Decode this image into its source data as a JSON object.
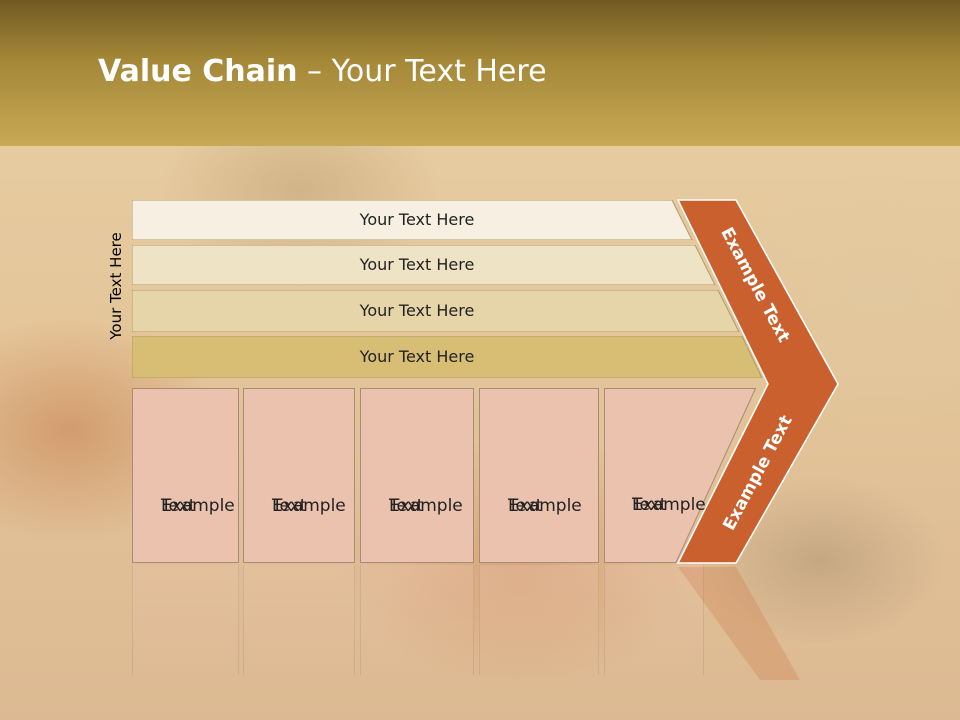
{
  "title": {
    "bold": "Value Chain",
    "rest": " – Your Text Here"
  },
  "side_label": "Your Text Here",
  "bars": [
    {
      "label": "Your Text Here",
      "fill": "#f6efe2"
    },
    {
      "label": "Your Text Here",
      "fill": "#efe3c6"
    },
    {
      "label": "Your Text Here",
      "fill": "#e6d5a8"
    },
    {
      "label": "Your Text Here",
      "fill": "#d8bd74"
    }
  ],
  "boxes": [
    {
      "line1": "Example",
      "line2": "Text"
    },
    {
      "line1": "Example",
      "line2": "Text"
    },
    {
      "line1": "Example",
      "line2": "Text"
    },
    {
      "line1": "Example",
      "line2": "Text"
    },
    {
      "line1": "Example",
      "line2": "Text"
    }
  ],
  "chevron": {
    "upper_text": "Example Text",
    "lower_text": "Example Text",
    "color": "#c9602e"
  },
  "colors": {
    "header": "#a38737",
    "box": "#ebc2ad"
  }
}
